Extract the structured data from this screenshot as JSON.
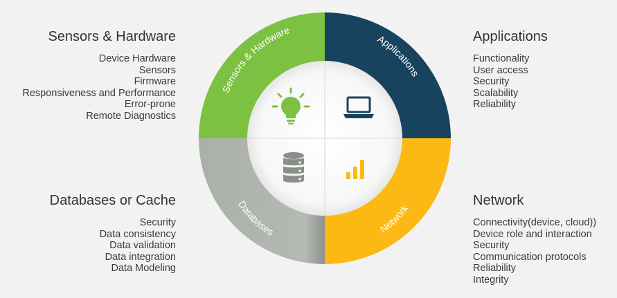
{
  "panels": {
    "sensors": {
      "title": "Sensors & Hardware",
      "items": [
        "Device Hardware",
        "Sensors",
        "Firmware",
        "Responsiveness and Performance",
        "Error-prone",
        "Remote Diagnostics"
      ]
    },
    "applications": {
      "title": "Applications",
      "items": [
        "Functionality",
        "User access",
        "Security",
        "Scalability",
        "Reliability"
      ]
    },
    "databases": {
      "title": "Databases or Cache",
      "items": [
        "Security",
        "Data consistency",
        "Data validation",
        "Data integration",
        "Data Modeling"
      ]
    },
    "network": {
      "title": "Network",
      "items": [
        "Connectivity(device, cloud))",
        "Device role and interaction",
        "Security",
        "Communication protocols",
        "Reliability",
        "Integrity"
      ]
    }
  },
  "wheel": {
    "segments": {
      "sensors": {
        "label": "Sensors & Hardware",
        "color": "#7cc142",
        "icon": "lightbulb-icon"
      },
      "applications": {
        "label": "Applications",
        "color": "#17435f",
        "icon": "laptop-icon"
      },
      "databases": {
        "label": "Databases",
        "color": "#a9b0a8",
        "icon": "database-icon"
      },
      "network": {
        "label": "Network",
        "color": "#fdb913",
        "icon": "bar-chart-icon"
      }
    }
  }
}
